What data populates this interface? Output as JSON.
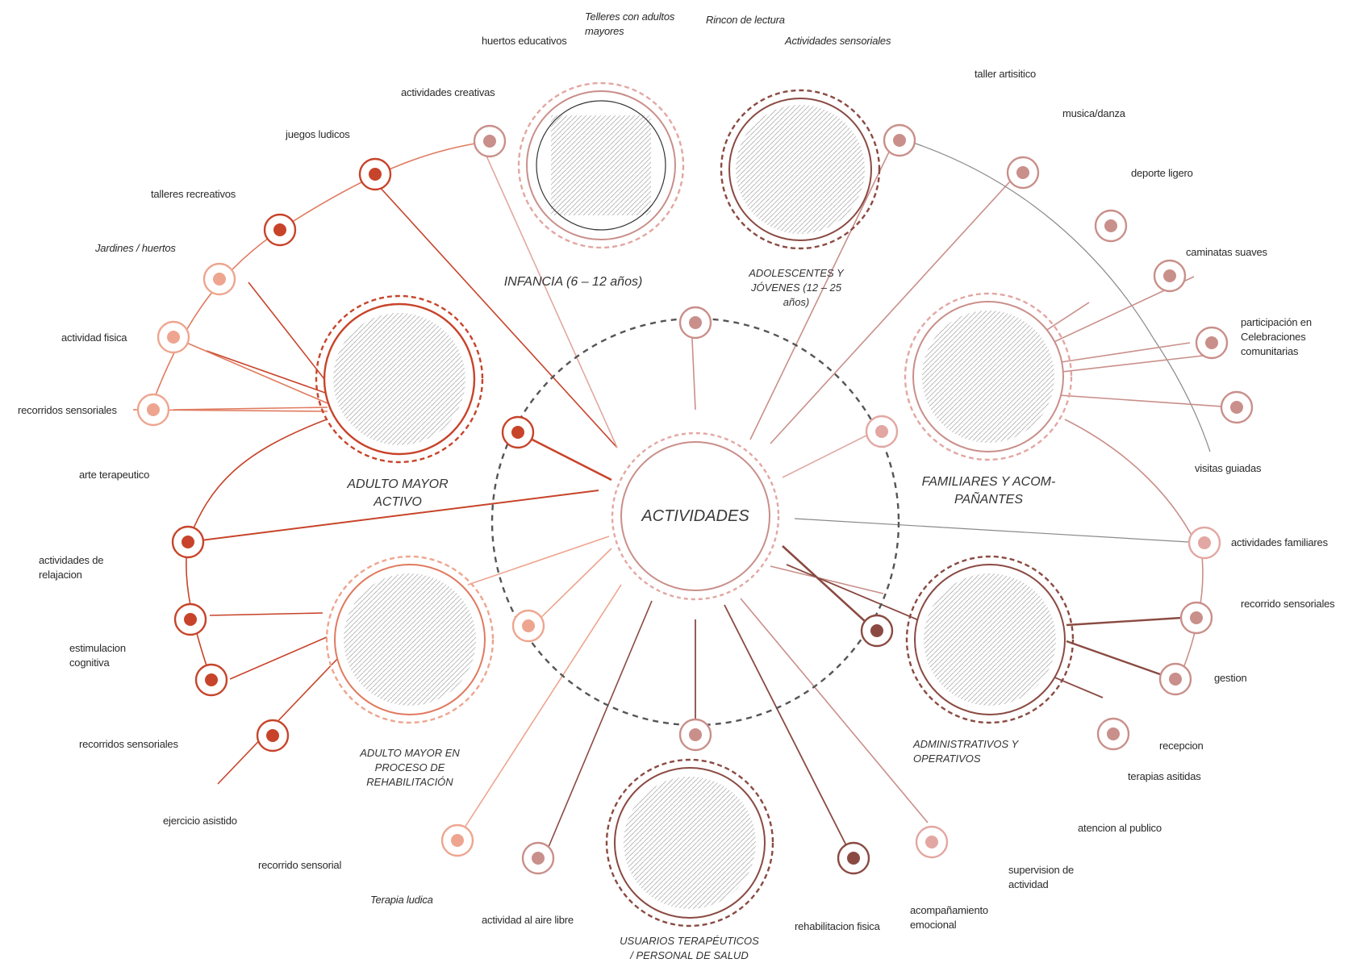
{
  "center_label": "ACTIVIDADES",
  "colors": {
    "red": "#c7442a",
    "orange": "#e07a5f",
    "salmon": "#eea58f",
    "pink": "#e2a7a2",
    "rose": "#c98f8a",
    "mauve": "#b8908a",
    "brown": "#8a4a42",
    "gray": "#555555"
  },
  "groups": {
    "infancia": "INFANCIA (6 – 12 años)",
    "adolescentes": "ADOLESCENTES Y\nJÓVENES (12 – 25\naños)",
    "adulto_activo": "ADULTO MAYOR\nACTIVO",
    "familiares": "FAMILIARES Y ACOM-\nPAÑANTES",
    "adulto_rehab": "ADULTO MAYOR EN\nPROCESO DE\nREHABILITACIÓN",
    "administrativos": "ADMINISTRATIVOS Y\nOPERATIVOS",
    "terapeuticos": "USUARIOS TERAPÉUTICOS\n/ PERSONAL DE SALUD"
  },
  "labels": {
    "talleres_adultos": "Telleres con adultos\nmayores",
    "rincon": "Rincon de lectura",
    "huertos_edu": "huertos educativos",
    "sensoriales_act": "Actividades sensoriales",
    "taller_art": "taller artisitico",
    "creativas": "actividades creativas",
    "musica": "musica/danza",
    "ludicos": "juegos ludicos",
    "deporte": "deporte ligero",
    "talleres_rec": "talleres recreativos",
    "jardines": "Jardines / huertos",
    "caminatas": "caminatas suaves",
    "act_fisica": "actividad fisica",
    "participacion": "participación en\nCelebraciones\ncomunitarias",
    "recorridos_sens1": "recorridos sensoriales",
    "arte": "arte terapeutico",
    "visitas": "visitas guiadas",
    "act_familiares": "actividades familiares",
    "relajacion": "actividades de\nrelajacion",
    "recorrido_sens_r": "recorrido sensoriales",
    "estimulacion": "estimulacion\ncognitiva",
    "gestion": "gestion",
    "recorridos_sens2": "recorridos sensoriales",
    "recepcion": "recepcion",
    "terapias": "terapias asitidas",
    "ejercicio": "ejercicio asistido",
    "atencion": "atencion al publico",
    "recorrido_sensorial": "recorrido sensorial",
    "supervision": "supervision de\nactividad",
    "ludica": "Terapia ludica",
    "aire_libre": "actividad al aire libre",
    "acompanamiento": "acompañamiento\nemocional",
    "rehab_fisica": "rehabilitacion fisica"
  },
  "icons": [
    "photo-children",
    "photo-teens",
    "photo-elderly-exercise",
    "photo-family",
    "photo-rehab-walkers",
    "photo-office",
    "photo-health-staff"
  ]
}
